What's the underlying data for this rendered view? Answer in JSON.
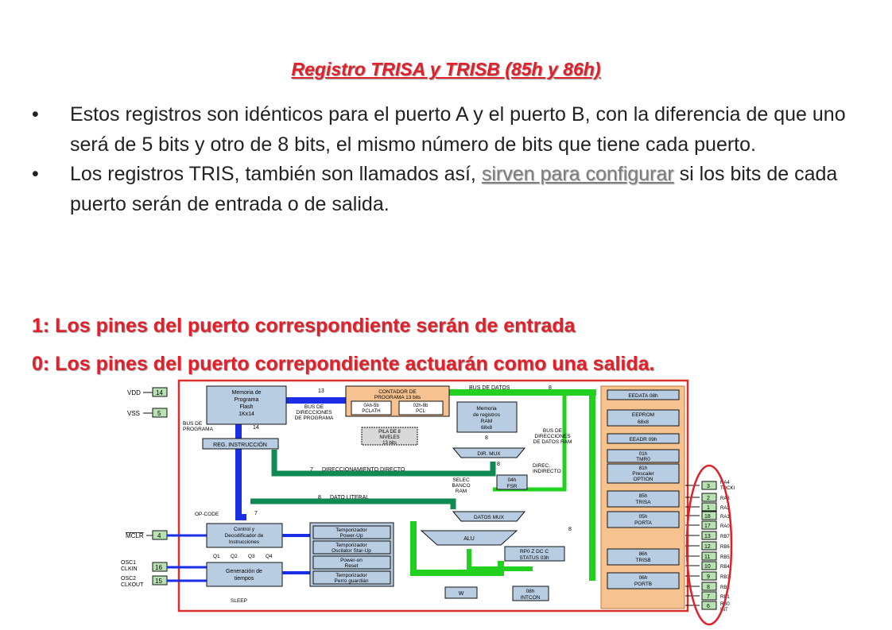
{
  "title": "Registro TRISA y TRISB (85h y 86h)",
  "bullet1": "Estos registros son idénticos para el puerto A y el puerto B, con la diferencia de que uno será de 5 bits y otro de 8 bits, el mismo número de bits que tiene cada puerto.",
  "bullet2": {
    "before": "Los registros TRIS, también son llamados así, ",
    "highlight": "sirven para configurar",
    "after": " si los bits de cada puerto serán de entrada o de salida."
  },
  "line1": "1: Los pines del puerto correspondiente serán de entrada",
  "line0": "0: Los pines del puerto correpondiente  actuarán como una salida.",
  "diagram": {
    "left_pins": [
      {
        "label": "VDD",
        "num": "14"
      },
      {
        "label": "VSS",
        "num": "5"
      },
      {
        "label": "MCLR",
        "num": "4"
      },
      {
        "label": "OSC1\nCLKIN",
        "num": "16"
      },
      {
        "label": "OSC2\nCLKOUT",
        "num": "15"
      }
    ],
    "right_pins": [
      {
        "num": "3",
        "label": "RA4\nTOCKI"
      },
      {
        "num": "2",
        "label": "RA3"
      },
      {
        "num": "1",
        "label": "RA2"
      },
      {
        "num": "18",
        "label": "RA1"
      },
      {
        "num": "17",
        "label": "RA0"
      },
      {
        "num": "13",
        "label": "RB7"
      },
      {
        "num": "12",
        "label": "RB6"
      },
      {
        "num": "11",
        "label": "RB5"
      },
      {
        "num": "10",
        "label": "RB4"
      },
      {
        "num": "9",
        "label": "RB3"
      },
      {
        "num": "8",
        "label": "RB2"
      },
      {
        "num": "7",
        "label": "RB1"
      },
      {
        "num": "6",
        "label": "RB0\nINT"
      }
    ],
    "blocks": {
      "prog_mem": "Memoria de\nPrograma\nFlash\n1Kx14",
      "counter": "CONTADOR DE\nPROGRAMA 13 bits",
      "pclath": "0Ah-5b\nPCLATH",
      "pcl": "02h-8b\nPCL",
      "stack": "PILA DE 8\nNIVELES\n13 bits",
      "ram": "Memoria\nde registros\nRAM\n68x8",
      "dir_mux": "DIR. MUX",
      "fsr": "04h\nFSR",
      "reg_instr": "REG.  INSTRUCCIÓN",
      "eedata": "EEDATA 08h",
      "eeprom": "EEPROM\n68x8",
      "eeadr": "EEADR 09h",
      "tmr0": "01h\nTMR0",
      "option": "81h\nPrescaler\nOPTION",
      "trisa": "85h\nTRISA",
      "porta": "05h\nPORTA",
      "trisb": "86h\nTRISB",
      "portb": "06h\nPORTB",
      "control": "Control y\nDecodificador de\nInstrucciones",
      "gen_tiempos": "Generación de\ntiempos",
      "datos_mux": "DATOS MUX",
      "alu": "ALU",
      "status": "RP0 Z DC C\nSTATUS 03h",
      "w": "W",
      "intcon": "08h\nINTCON",
      "temporizador": "Temporizador\nPower-Up",
      "osc_startup": "Temporizador\nOscilator Star-Up",
      "power_reset": "Power-on\nReset",
      "perro": "Temporizador\nPerro guardián",
      "q1": "Q1",
      "q2": "Q2",
      "q3": "Q3",
      "q4": "Q4"
    },
    "labels": {
      "bus_datos": "BUS DE DATOS",
      "bus_dir_prog": "BUS DE\nDIRECCIONES\nDE PROGRAMA",
      "bus_prog": "BUS DE\nPROGRAMA",
      "bus_dir_ram": "BUS DE\nDIRECCIONES\nDE DATOS RAM",
      "dir_directo": "DIRECCIONAMIENTO DIRECTO",
      "dir_indirecto": "DIREC.\nINDIRECTO",
      "selec_banco": "SELEC\nBANCO\nRAM",
      "dato_literal": "DATO LITERAL",
      "op_code": "OP-CODE",
      "sleep": "SLEEP",
      "n13": "13",
      "n8a": "8",
      "n14": "14",
      "n8b": "8",
      "n7a": "7",
      "n7b": "7",
      "n8c": "8",
      "n8d": "8",
      "n8e": "8"
    }
  }
}
